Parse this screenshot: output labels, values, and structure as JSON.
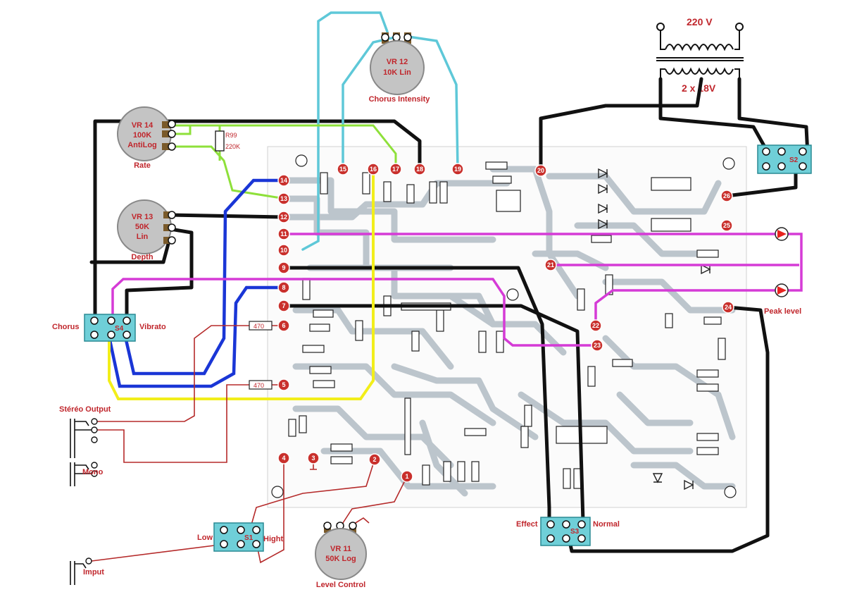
{
  "power": {
    "voltage": "220 V",
    "secondary": "2 x 18V"
  },
  "pots": {
    "vr12": {
      "name": "VR 12",
      "value": "10K Lin",
      "caption": "Chorus Intensity"
    },
    "vr14": {
      "name": "VR 14",
      "value": "100K",
      "value2": "AntiLog",
      "caption": "Rate"
    },
    "vr13": {
      "name": "VR 13",
      "value": "50K",
      "value2": "Lin",
      "caption": "Depth"
    },
    "vr11": {
      "name": "VR 11",
      "value": "50K Log",
      "caption": "Level Control"
    }
  },
  "resistors": {
    "r99_name": "R99",
    "r99_value": "220K",
    "r470_a": "470",
    "r470_b": "470"
  },
  "switches": {
    "s4": {
      "name": "S4",
      "left": "Chorus",
      "right": "Vibrato"
    },
    "s1": {
      "name": "S1",
      "left": "Low",
      "right": "Hight"
    },
    "s3": {
      "name": "S3",
      "left": "Effect",
      "right": "Normal"
    },
    "s2": {
      "name": "S2"
    }
  },
  "jacks": {
    "stereo": "Stéréo Output",
    "mono": "Mono",
    "input": "Imput"
  },
  "indicator": {
    "peak": "Peak level"
  },
  "pads": [
    "1",
    "2",
    "3",
    "4",
    "5",
    "6",
    "7",
    "8",
    "9",
    "10",
    "11",
    "12",
    "13",
    "14",
    "15",
    "16",
    "17",
    "18",
    "19",
    "20",
    "21",
    "22",
    "23",
    "24",
    "25",
    "26"
  ],
  "colors": {
    "wire_black": "#111111",
    "wire_cyan": "#5ec8d8",
    "wire_green": "#8ee03a",
    "wire_blue": "#1a36d6",
    "wire_magenta": "#d53bd6",
    "wire_yellow": "#f2ee1a",
    "wire_red": "#b52a2a",
    "pad": "#c9302c",
    "switch_body": "#6fcfd8",
    "pcb_trace": "#bcc5cc",
    "led": "#e8231f"
  }
}
